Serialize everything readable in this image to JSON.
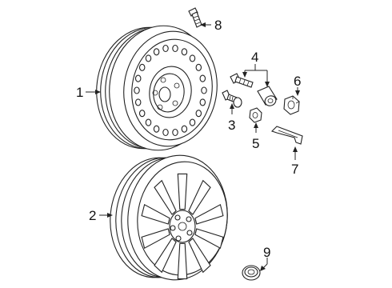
{
  "callouts": {
    "c1": "1",
    "c2": "2",
    "c3": "3",
    "c4": "4",
    "c5": "5",
    "c6": "6",
    "c7": "7",
    "c8": "8",
    "c9": "9"
  },
  "colors": {
    "line": "#222222",
    "background": "#ffffff"
  }
}
